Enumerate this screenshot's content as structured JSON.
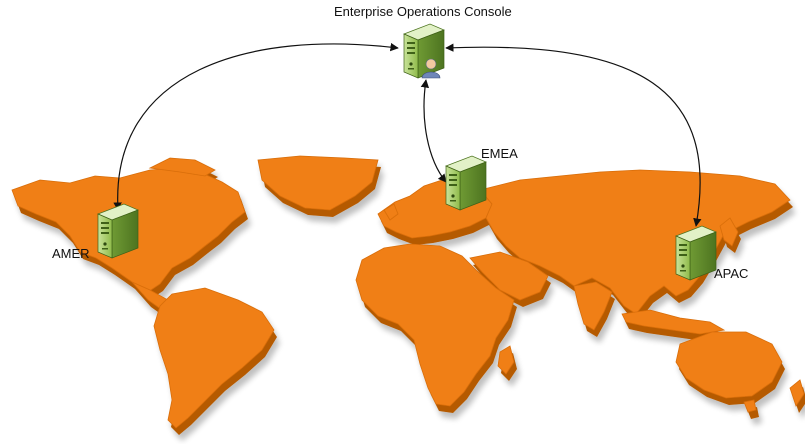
{
  "diagram": {
    "console": {
      "label": "Enterprise Operations Console",
      "icon": "server-user-icon"
    },
    "regions": [
      {
        "id": "amer",
        "label": "AMER",
        "icon": "server-icon"
      },
      {
        "id": "emea",
        "label": "EMEA",
        "icon": "server-icon"
      },
      {
        "id": "apac",
        "label": "APAC",
        "icon": "server-icon"
      }
    ],
    "colors": {
      "land": "#f07f12",
      "land_shadow": "#b55a06",
      "server": "#9dc55a",
      "server_dark": "#5f8a2a",
      "connector": "#111111"
    }
  }
}
